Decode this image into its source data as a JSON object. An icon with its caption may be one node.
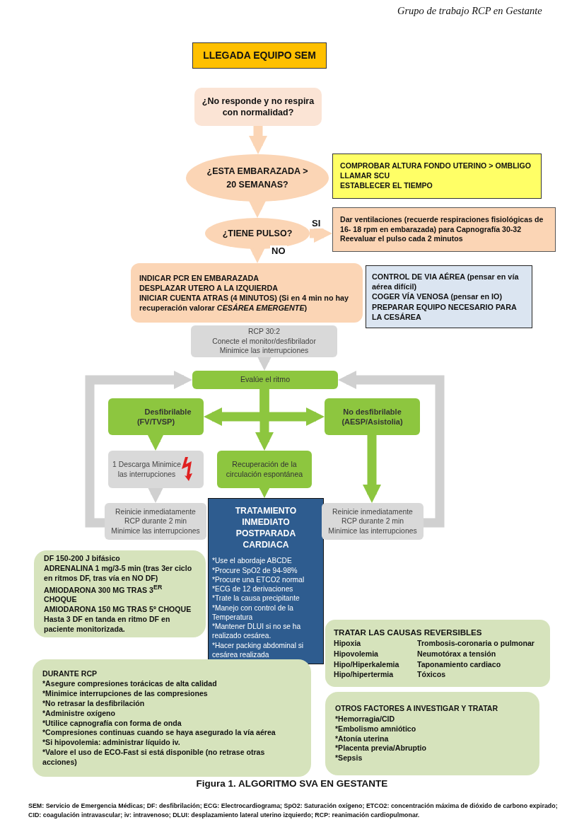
{
  "diagram": {
    "caption": "Figura 1. ALGORITMO SVA EN GESTANTE",
    "nodes": [
      {
        "text": [
          "LLEGADA EQUIPO SEM"
        ]
      },
      {
        "text": [
          "¿No responde y no respira con normalidad?"
        ]
      },
      {
        "text": [
          "¿ESTA EMBARAZADA > 20 SEMANAS?"
        ]
      },
      {
        "text": [
          "COMPROBAR ALTURA FONDO UTERINO > OMBLIGO",
          "LLAMAR SCU",
          "ESTABLECER EL TIEMPO"
        ]
      },
      {
        "text": [
          "¿TIENE PULSO?"
        ]
      },
      {
        "text": [
          "Dar ventilaciones (recuerde respiraciones fisiológicas de 16- 18 rpm en embarazada) para Capnografía 30-32",
          "Reevaluar el pulso cada 2 minutos"
        ]
      },
      {
        "text": [
          "INDICAR PCR EN EMBARAZADA",
          "DESPLAZAR UTERO A LA IZQUIERDA",
          "INICIAR CUENTA ATRAS (4 MINUTOS) (Si en 4 min no hay recuperación valorar *CESÁREA EMERGENTE*)"
        ]
      },
      {
        "text": [
          "CONTROL DE VIA AÉREA (pensar en vía aérea difícil)",
          "COGER VÍA VENOSA (pensar en IO)",
          "PREPARAR EQUIPO NECESARIO PARA LA CESÁREA"
        ]
      },
      {
        "text": [
          "RCP 30:2",
          "Conecte el monitor/desfibrilador",
          "Minimice las interrupciones"
        ]
      },
      {
        "text": [
          "Evalúe el ritmo"
        ]
      },
      {
        "text": [
          "Desfibrilable",
          "(FV/TVSP)"
        ]
      },
      {
        "text": [
          "No desfibrilable",
          "(AESP/Asistolia)"
        ]
      },
      {
        "text": [
          "1 Descarga Minimice las interrupciones"
        ]
      },
      {
        "text": [
          "Recuperación de la circulación espontánea"
        ]
      },
      {
        "text": [
          "Reinicie inmediatamente",
          "RCP durante 2 min",
          "Minimice las interrupciones"
        ]
      },
      {
        "text": [
          "TRATAMIENTO INMEDIATO POSTPARADA CARDIACA",
          "*Use el abordaje ABCDE",
          "*Procure SpO2 de 94-98%",
          "*Procure una ETCO2 normal",
          "*ECG de 12 derivaciones",
          "*Trate la causa precipitante",
          "*Manejo con control de la Temperatura",
          "*Mantener DLUI si no se ha realizado cesárea.",
          "*Hacer packing abdominal si cesárea realizada"
        ]
      },
      {
        "text": [
          "Reinicie inmediatamente",
          "RCP durante 2 min",
          "Minimice las interrupciones"
        ]
      },
      {
        "text": [
          "DF 150-200 J bifásico",
          "ADRENALINA 1 mg/3-5 min (tras 3er ciclo en ritmos DF, tras vía en NO DF)",
          "AMIODARONA 300 MG TRAS 3$^{ER}$ CHOQUE",
          "AMIODARONA 150 MG TRAS 5º CHOQUE",
          "Hasta 3 DF en tanda en ritmo DF en paciente monitorizada."
        ]
      },
      {
        "text": [
          "TRATAR LAS CAUSAS REVERSIBLES",
          "Hipoxia",
          "Trombosis-coronaria o pulmonar",
          "Hipovolemia",
          "Neumotórax a tensión",
          "Hipo/Hiperkalemia",
          "Taponamiento cardiaco",
          "Hipo/hipertermia",
          "Tóxicos"
        ]
      },
      {
        "text": [
          "DURANTE RCP",
          "*Asegure compresiones torácicas de alta calidad",
          "*Minimice interrupciones de las compresiones",
          "*No retrasar la desfibrilación",
          "*Administre oxígeno",
          "*Utilice capnografía con forma de onda",
          "*Compresiones continuas cuando se haya asegurado la vía aérea",
          "*Si hipovolemia: administrar líquido iv.",
          "*Valore el uso de ECO-Fast si está disponible (no retrase otras acciones)"
        ]
      },
      {
        "text": [
          "OTROS FACTORES A INVESTIGAR Y TRATAR",
          "*Hemorragia/CID",
          "*Embolismo amniótico",
          "*Atonía uterina",
          "*Placenta previa/Abruptio",
          "*Sepsis"
        ]
      }
    ],
    "edges": [
      {
        "from": 1,
        "to": 2,
        "arrow": "to",
        "color": "#fbd5b5"
      },
      {
        "from": 2,
        "to": 4,
        "arrow": "to",
        "color": "#fbd5b5"
      },
      {
        "from": 4,
        "to": 5,
        "arrow": "to",
        "label": "SI",
        "color": "#fbd5b5"
      },
      {
        "from": 4,
        "to": 6,
        "arrow": "to",
        "label": "NO",
        "color": "#fbd5b5"
      },
      {
        "from": 8,
        "to": 9,
        "arrow": "to",
        "color": "#d0d0d0"
      },
      {
        "from": 9,
        "to": 10,
        "arrow": "to"
      },
      {
        "from": 9,
        "to": 11,
        "arrow": "to"
      },
      {
        "from": 9,
        "to": 13,
        "arrow": "to"
      },
      {
        "from": 10,
        "to": 12,
        "arrow": "to"
      },
      {
        "from": 12,
        "to": 14,
        "arrow": "to",
        "color": "#d0d0d0"
      },
      {
        "from": 11,
        "to": 16,
        "arrow": "to"
      },
      {
        "from": 13,
        "to": 15,
        "arrow": "to"
      },
      {
        "from": 14,
        "to": 9,
        "arrow": "to",
        "color": "#d0d0d0"
      },
      {
        "from": 16,
        "to": 9,
        "arrow": "to",
        "color": "#d0d0d0"
      }
    ],
    "labels": [
      "Grupo de trabajo RCP en Gestante",
      "SEM: Servicio de Emergencia Médicas; DF: desfibrilación; ECG: Electrocardiograma; SpO2: Saturación oxígeno; ETCO2: concentración máxima de dióxido de carbono expirado; CID: coagulación intravascular; iv: intravenoso; DLUI: desplazamiento lateral uterino izquierdo; RCP: reanimación cardiopulmonar."
    ]
  }
}
